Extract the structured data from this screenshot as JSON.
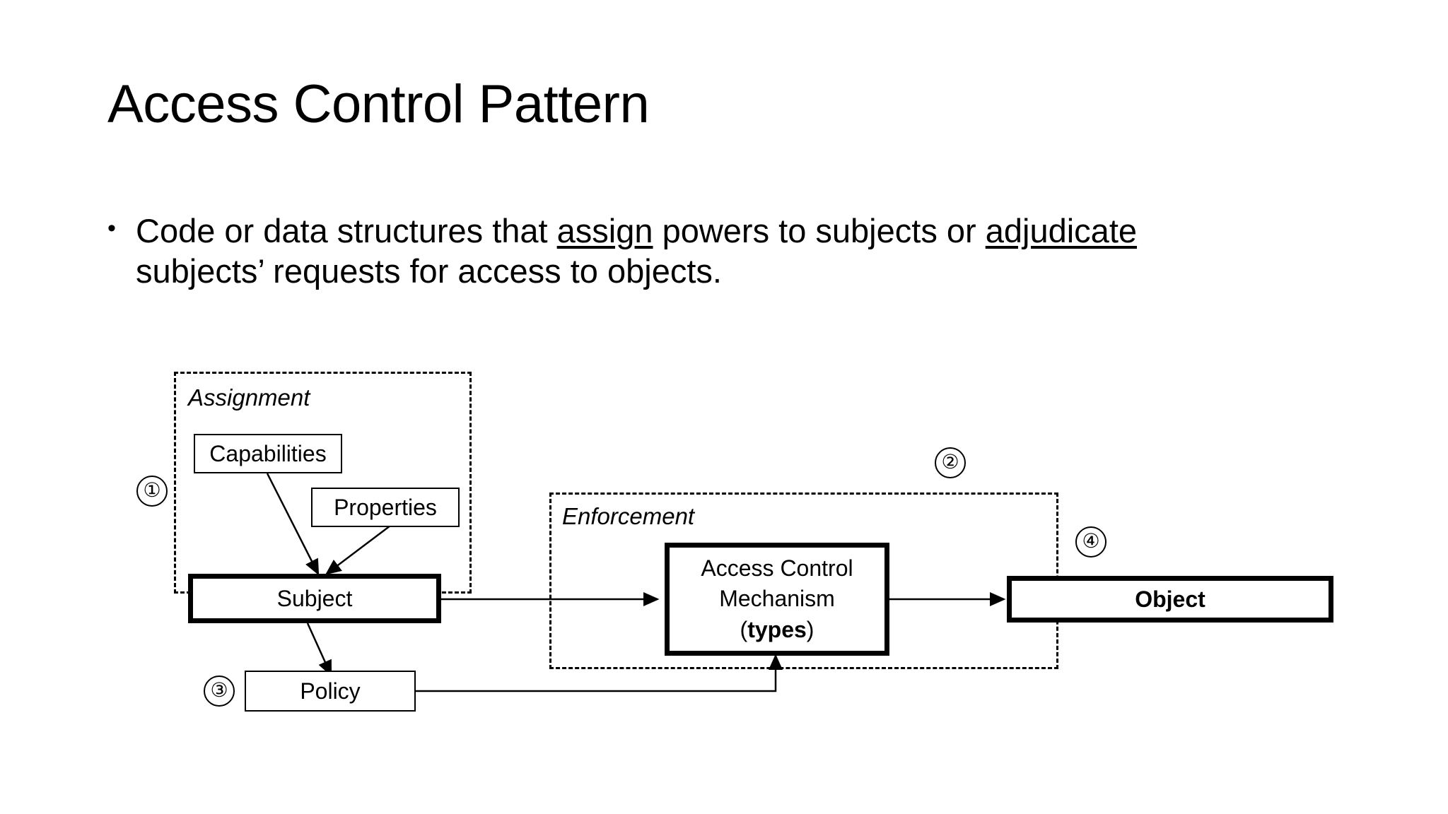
{
  "slide": {
    "title": "Access Control Pattern",
    "bullet": {
      "marker": "•",
      "part1": "Code or data structures that ",
      "underline1": "assign",
      "part2": " powers to subjects or ",
      "underline2": "adjudicate",
      "part3": "subjects’ requests for access to objects."
    }
  },
  "diagram": {
    "groups": [
      {
        "label": "Assignment"
      },
      {
        "label": "Enforcement"
      }
    ],
    "nodes": {
      "capabilities": "Capabilities",
      "properties": "Properties",
      "subject": "Subject",
      "policy": "Policy",
      "acm_line1": "Access Control",
      "acm_line2": "Mechanism",
      "acm_line3_open": "(",
      "acm_line3_bold": "types",
      "acm_line3_close": ")",
      "object": "Object"
    },
    "markers": {
      "one": "①",
      "two": "②",
      "three": "③",
      "four": "④"
    },
    "colors": {
      "stroke": "#000000",
      "background": "#ffffff"
    }
  }
}
